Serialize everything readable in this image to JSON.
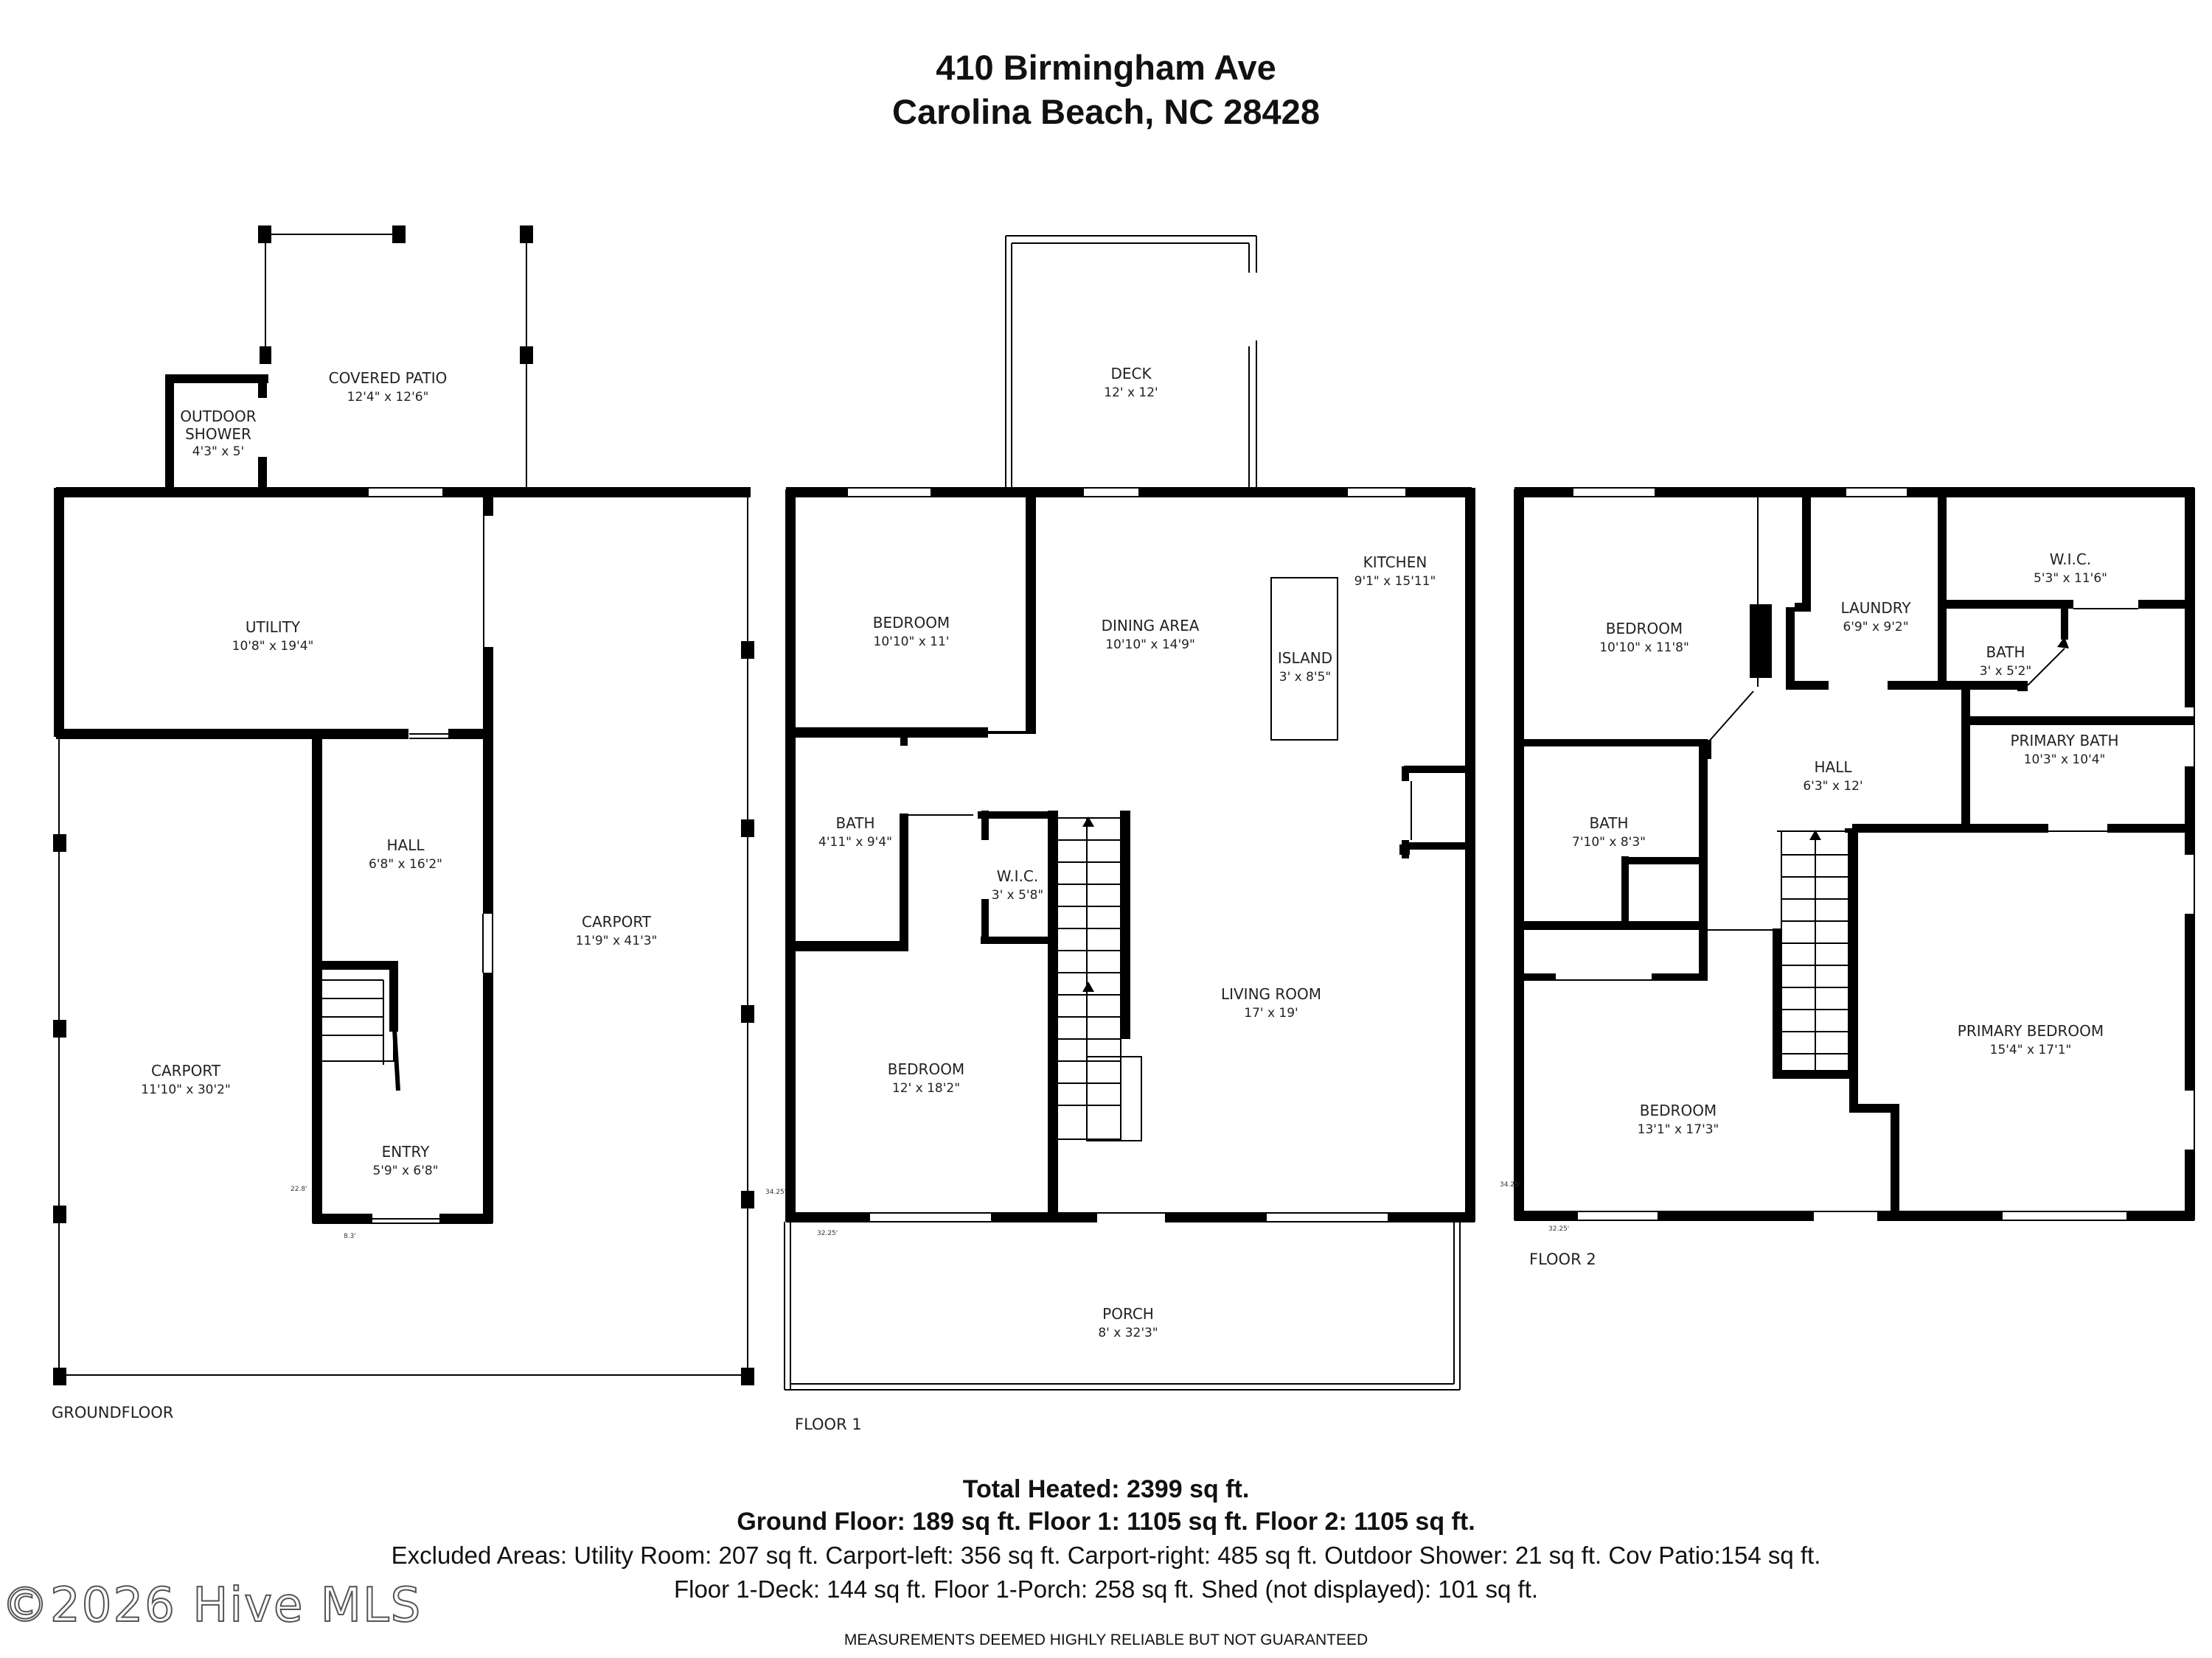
{
  "address": {
    "line1": "410 Birmingham Ave",
    "line2": "Carolina Beach, NC 28428"
  },
  "floors": [
    {
      "key": "ground",
      "label": "GROUNDFLOOR",
      "rooms": [
        {
          "id": "outdoor-shower",
          "name_lines": [
            "OUTDOOR",
            "SHOWER"
          ],
          "dims": "4'3\" x 5'"
        },
        {
          "id": "covered-patio",
          "name_lines": [
            "COVERED PATIO"
          ],
          "dims": "12'4\" x 12'6\""
        },
        {
          "id": "utility",
          "name_lines": [
            "UTILITY"
          ],
          "dims": "10'8\" x 19'4\""
        },
        {
          "id": "hall",
          "name_lines": [
            "HALL"
          ],
          "dims": "6'8\" x 16'2\""
        },
        {
          "id": "carport-right",
          "name_lines": [
            "CARPORT"
          ],
          "dims": "11'9\" x 41'3\""
        },
        {
          "id": "carport-left",
          "name_lines": [
            "CARPORT"
          ],
          "dims": "11'10\" x 30'2\""
        },
        {
          "id": "entry",
          "name_lines": [
            "ENTRY"
          ],
          "dims": "5'9\" x 6'8\""
        }
      ]
    },
    {
      "key": "floor1",
      "label": "FLOOR 1",
      "rooms": [
        {
          "id": "deck",
          "name_lines": [
            "DECK"
          ],
          "dims": "12' x 12'"
        },
        {
          "id": "bedroom-a",
          "name_lines": [
            "BEDROOM"
          ],
          "dims": "10'10\" x 11'"
        },
        {
          "id": "dining-area",
          "name_lines": [
            "DINING AREA"
          ],
          "dims": "10'10\" x 14'9\""
        },
        {
          "id": "kitchen",
          "name_lines": [
            "KITCHEN"
          ],
          "dims": "9'1\" x 15'11\""
        },
        {
          "id": "island",
          "name_lines": [
            "ISLAND"
          ],
          "dims": "3' x 8'5\""
        },
        {
          "id": "bath",
          "name_lines": [
            "BATH"
          ],
          "dims": "4'11\" x 9'4\""
        },
        {
          "id": "wic",
          "name_lines": [
            "W.I.C."
          ],
          "dims": "3' x 5'8\""
        },
        {
          "id": "living-room",
          "name_lines": [
            "LIVING ROOM"
          ],
          "dims": "17' x 19'"
        },
        {
          "id": "bedroom-b",
          "name_lines": [
            "BEDROOM"
          ],
          "dims": "12' x 18'2\""
        },
        {
          "id": "porch",
          "name_lines": [
            "PORCH"
          ],
          "dims": "8' x 32'3\""
        }
      ]
    },
    {
      "key": "floor2",
      "label": "FLOOR 2",
      "rooms": [
        {
          "id": "bedroom-c",
          "name_lines": [
            "BEDROOM"
          ],
          "dims": "10'10\" x 11'8\""
        },
        {
          "id": "laundry",
          "name_lines": [
            "LAUNDRY"
          ],
          "dims": "6'9\" x 9'2\""
        },
        {
          "id": "wic2",
          "name_lines": [
            "W.I.C."
          ],
          "dims": "5'3\" x 11'6\""
        },
        {
          "id": "bath2",
          "name_lines": [
            "BATH"
          ],
          "dims": "3' x 5'2\""
        },
        {
          "id": "primary-bath",
          "name_lines": [
            "PRIMARY BATH"
          ],
          "dims": "10'3\" x 10'4\""
        },
        {
          "id": "hall2",
          "name_lines": [
            "HALL"
          ],
          "dims": "6'3\" x 12'"
        },
        {
          "id": "bath3",
          "name_lines": [
            "BATH"
          ],
          "dims": "7'10\" x 8'3\""
        },
        {
          "id": "primary-bedroom",
          "name_lines": [
            "PRIMARY BEDROOM"
          ],
          "dims": "15'4\" x 17'1\""
        },
        {
          "id": "bedroom-d",
          "name_lines": [
            "BEDROOM"
          ],
          "dims": "13'1\" x 17'3\""
        }
      ]
    }
  ],
  "small_dims": [
    "22.8'",
    "8.3'",
    "34.25'",
    "32.25'",
    "34.25'",
    "32.25'"
  ],
  "summary": {
    "total": "Total Heated: 2399 sq ft.",
    "floors": "Ground Floor: 189 sq ft. Floor 1: 1105 sq ft. Floor 2: 1105 sq ft.",
    "excluded1": "Excluded Areas: Utility Room: 207 sq ft. Carport-left: 356 sq ft. Carport-right: 485 sq ft. Outdoor Shower: 21 sq ft. Cov Patio:154 sq ft.",
    "excluded2": "Floor 1-Deck: 144 sq ft. Floor 1-Porch: 258 sq ft. Shed (not displayed): 101 sq ft.",
    "disclaimer": "MEASUREMENTS DEEMED HIGHLY RELIABLE BUT NOT GUARANTEED"
  },
  "watermark": "©2026 Hive MLS"
}
